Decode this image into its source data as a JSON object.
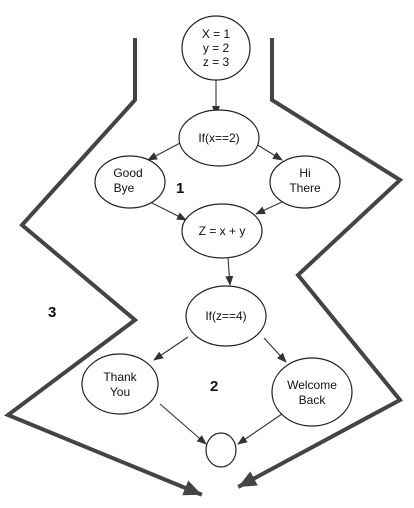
{
  "nodes": {
    "assign": [
      "X = 1",
      "y = 2",
      "z = 3"
    ],
    "cond1": [
      "If(x==2)"
    ],
    "goodbye": [
      "Good",
      "Bye"
    ],
    "hithere": [
      "Hi",
      "There"
    ],
    "sum": [
      "Z = x + y"
    ],
    "cond2": [
      "If(z==4)"
    ],
    "thankyou": [
      "Thank",
      "You"
    ],
    "welcome": [
      "Welcome",
      "Back"
    ],
    "end": []
  },
  "regions": {
    "r1": "1",
    "r2": "2",
    "r3": "3"
  },
  "colors": {
    "stroke": "#222222",
    "wall": "#444444",
    "background": "#ffffff"
  }
}
